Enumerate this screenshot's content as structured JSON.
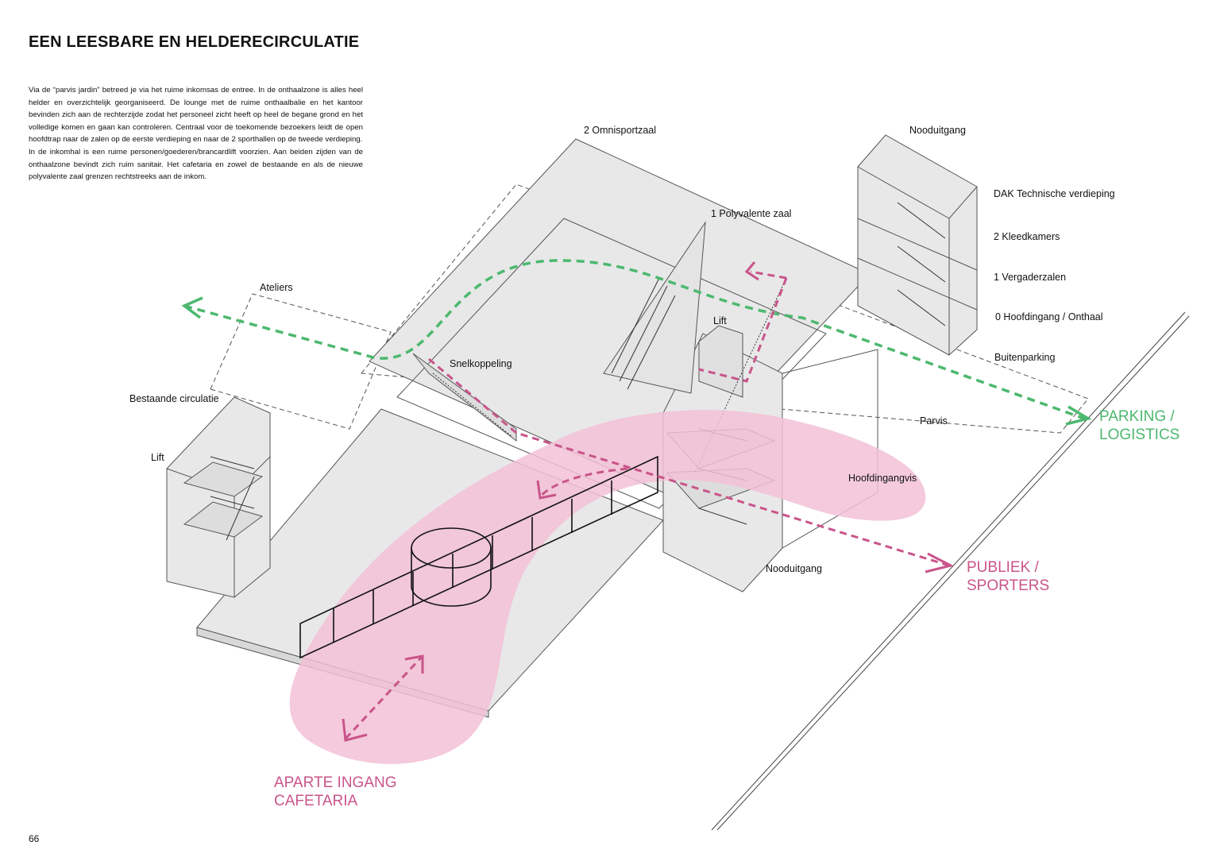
{
  "title": "EEN LEESBARE EN HELDERECIRCULATIE",
  "intro": [
    "Via de “parvis jardin” betreed je via het ruime inkomsas de entree. In de onthaalzone is alles heel helder en overzichtelijk georganiseerd. De lounge met de ruime onthaalbalie en het kantoor bevinden zich aan de rechterzijde zodat het personeel zicht heeft op heel de begane grond en het volledige komen en gaan kan controleren. Centraal voor de toekomende bezoekers leidt de open hoofdtrap naar de zalen op de eerste verdieping en naar de 2 sporthallen op de tweede verdieping.",
    "In de inkomhal is een ruime personen/goederen/brancardlift voorzien. Aan beiden zijden van de onthaalzone bevindt zich ruim sanitair. Het cafetaria en zowel de bestaande en als de nieuwe polyvalente zaal grenzen rechtstreeks aan de inkom."
  ],
  "labels": {
    "omnisportzaal": "2 Omnisportzaal",
    "nooduitgang_top": "Nooduitgang",
    "dak": "DAK Technische verdieping",
    "kleedkamers": "2 Kleedkamers",
    "vergaderzalen": "1 Vergaderzalen",
    "hoofdingang": "0 Hoofdingang / Onthaal",
    "buitenparking": "Buitenparking",
    "polyvalente": "1 Polyvalente zaal",
    "ateliers": "Ateliers",
    "lift_center": "Lift",
    "snelkoppeling": "Snelkoppeling",
    "bestaande": "Bestaande circulatie",
    "lift_left": "Lift",
    "parvis": "Parvis",
    "hoofdingangvis": "Hoofdingangvis",
    "nooduitgang_bottom": "Nooduitgang"
  },
  "flows": {
    "parking_1": "PARKING /",
    "parking_2": "LOGISTICS",
    "publiek_1": "PUBLIEK /",
    "publiek_2": "SPORTERS",
    "cafetaria_1": "APARTE INGANG",
    "cafetaria_2": "CAFETARIA"
  },
  "colors": {
    "pink": "#c9548a",
    "green": "#4db86f",
    "fill": "#e6e6e6",
    "blob": "#f2c1d6"
  },
  "page_number": "66"
}
